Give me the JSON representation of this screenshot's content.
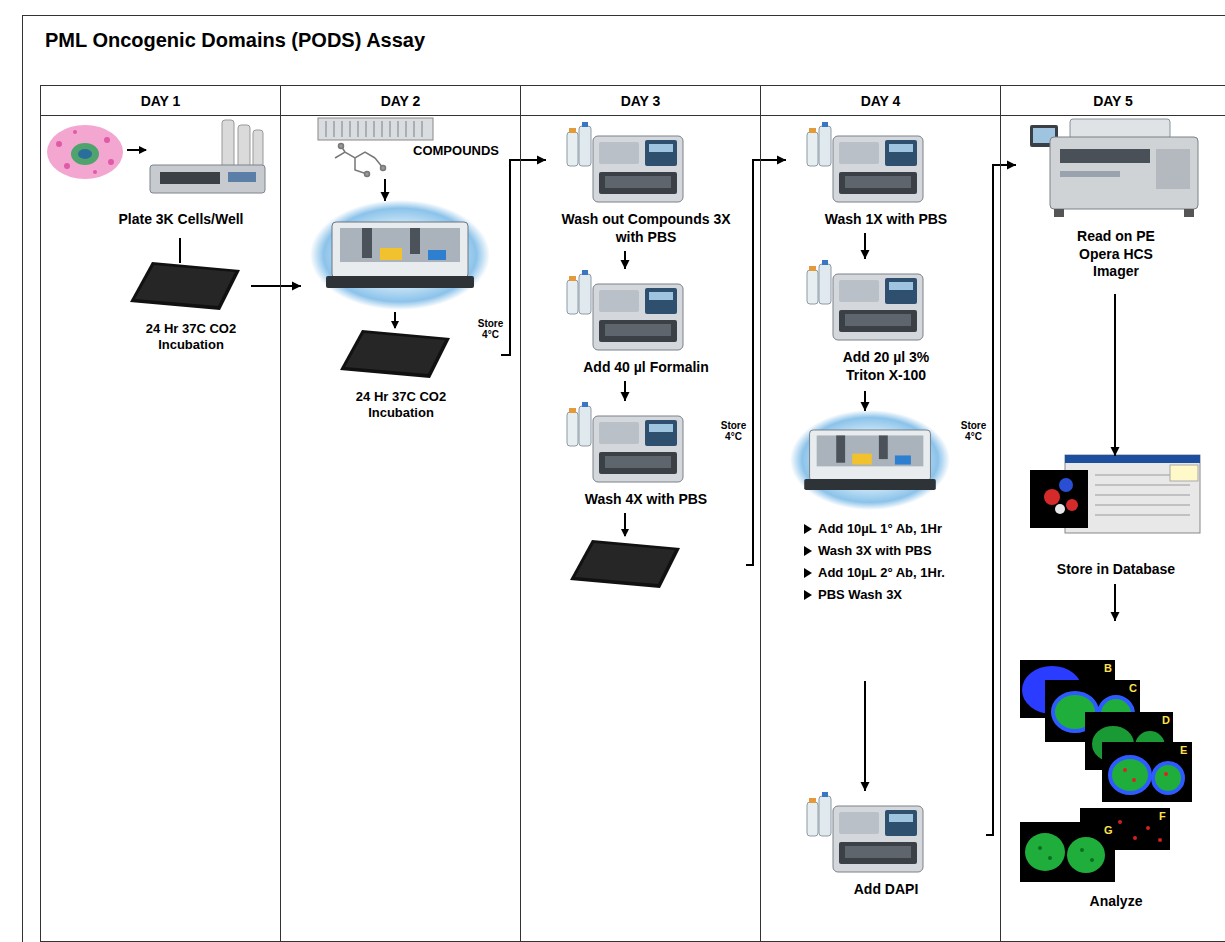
{
  "diagram": {
    "title": "PML Oncogenic Domains (PODS) Assay",
    "nodes": [
      {
        "text": [
          "DAY 1"
        ]
      },
      {
        "text": [
          "DAY 2"
        ]
      },
      {
        "text": [
          "DAY 3"
        ]
      },
      {
        "text": [
          "DAY 4"
        ]
      },
      {
        "text": [
          "DAY 5"
        ]
      },
      {
        "text": [
          "Plate 3K Cells/Well"
        ],
        "in": 0
      },
      {
        "text": [
          "24 Hr 37C CO2 Incubation"
        ],
        "in": 0
      },
      {
        "text": [
          "COMPOUNDS"
        ],
        "in": 1
      },
      {
        "text": [
          "24 Hr 37C CO2 Incubation"
        ],
        "in": 1
      },
      {
        "text": [
          "Wash out Compounds 3X with PBS"
        ],
        "in": 2
      },
      {
        "text": [
          "Add 40 µl Formalin"
        ],
        "in": 2
      },
      {
        "text": [
          "Wash 4X with PBS"
        ],
        "in": 2
      },
      {
        "text": [
          "Wash 1X with PBS"
        ],
        "in": 3
      },
      {
        "text": [
          "Add 20 µl 3% Triton X-100"
        ],
        "in": 3
      },
      {
        "text": [
          "Add 10µL 1° Ab, 1Hr",
          "Wash 3X with PBS",
          "Add 10µL 2° Ab, 1Hr.",
          "PBS Wash 3X"
        ],
        "in": 3
      },
      {
        "text": [
          "Add DAPI"
        ],
        "in": 3
      },
      {
        "text": [
          "Read on PE Opera HCS Imager"
        ],
        "in": 4
      },
      {
        "text": [
          "Store in Database"
        ],
        "in": 4
      },
      {
        "text": [
          "Analyze"
        ],
        "in": 4
      }
    ],
    "edges": [
      {
        "from": 5,
        "to": 6,
        "arrow": "none"
      },
      {
        "from": 6,
        "to": 8,
        "arrow": "to"
      },
      {
        "from": 7,
        "to": 8,
        "arrow": "to"
      },
      {
        "from": 8,
        "to": 9,
        "label": "Store 4°C",
        "arrow": "to"
      },
      {
        "from": 9,
        "to": 10,
        "arrow": "to"
      },
      {
        "from": 10,
        "to": 11,
        "arrow": "to"
      },
      {
        "from": 11,
        "to": 12,
        "label": "Store 4°C",
        "arrow": "to"
      },
      {
        "from": 12,
        "to": 13,
        "arrow": "to"
      },
      {
        "from": 13,
        "to": 14,
        "arrow": "to"
      },
      {
        "from": 14,
        "to": 15,
        "arrow": "to"
      },
      {
        "from": 15,
        "to": 16,
        "label": "Store 4°C",
        "arrow": "to"
      },
      {
        "from": 16,
        "to": 17,
        "arrow": "to"
      },
      {
        "from": 17,
        "to": 18,
        "arrow": "to"
      }
    ],
    "labels": [
      "B",
      "C",
      "D",
      "E",
      "F",
      "G"
    ]
  }
}
